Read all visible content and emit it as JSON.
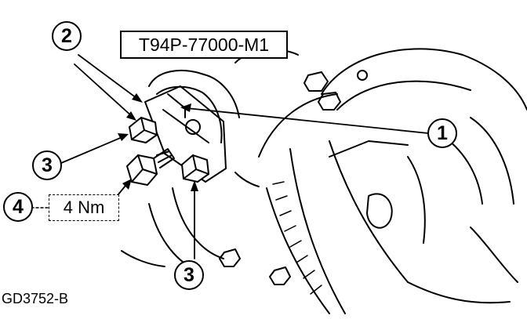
{
  "diagram": {
    "tool_number": "T94P-77000-M1",
    "figure_code": "GD3752-B",
    "torque_spec": "4 Nm",
    "callouts": [
      "1",
      "2",
      "3",
      "4",
      "3"
    ]
  },
  "colors": {
    "line": "#000000",
    "background": "#ffffff"
  }
}
